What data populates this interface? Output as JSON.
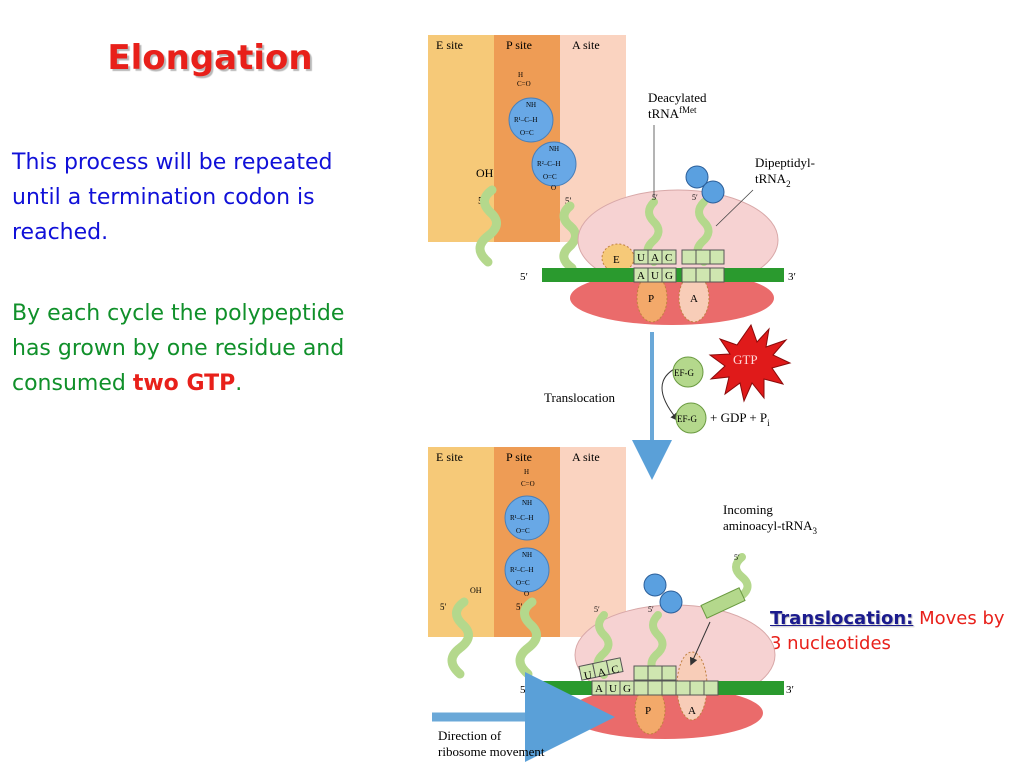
{
  "title": "Elongation",
  "para1": "This process will be repeated until a termination codon is reached.",
  "para2_prefix": "By each cycle the polypeptide has grown by one residue and consumed",
  "para2_highlight": "two GTP",
  "para2_suffix": ".",
  "note_label": "Translocation:",
  "note_text": "Moves by 3 nucleotides",
  "diagram": {
    "e_site": "E site",
    "p_site": "P site",
    "a_site": "A site",
    "oh": "OH",
    "five_prime": "5′",
    "three_prime": "3′",
    "deacylated_line1": "Deacylated",
    "deacylated_line2": "tRNA",
    "deacylated_sup": "fMet",
    "dipeptidyl_line1": "Dipeptidyl-",
    "dipeptidyl_line2": "tRNA",
    "dipeptidyl_sub": "2",
    "incoming_line1": "Incoming",
    "incoming_line2": "aminoacyl-tRNA",
    "incoming_sub": "3",
    "anticodon": [
      "U",
      "A",
      "C"
    ],
    "codon": [
      "A",
      "U",
      "G"
    ],
    "site_e_letter": "E",
    "site_p_letter": "P",
    "site_a_letter": "A",
    "gtp": "GTP",
    "efg": "EF-G",
    "translocation": "Translocation",
    "gdp_text": "+ GDP + P",
    "gdp_sub": "i",
    "direction_line1": "Direction of",
    "direction_line2": "ribosome movement",
    "chem": {
      "h": "H",
      "co": "C=O",
      "nh": "NH",
      "r1": "R¹–C–H",
      "r2": "R²–C–H",
      "oc": "O=C",
      "o": "O"
    }
  },
  "colors": {
    "title": "#e8201a",
    "para1": "#1010d8",
    "para2": "#10902a",
    "note_label": "#1b1b8e",
    "note_text": "#e8201a",
    "e_site_band": "#f6c978",
    "p_site_band": "#ee9c55",
    "a_site_band": "#fad3c0",
    "mrna": "#2a9a2e",
    "ribosome_large": "#f6d2d2",
    "ribosome_small": "#ea6b6b",
    "peptide_ball": "#68a8e6",
    "trna": "#b4d88c",
    "gtp_star": "#e01a1a",
    "arrow": "#6aa8d8"
  }
}
